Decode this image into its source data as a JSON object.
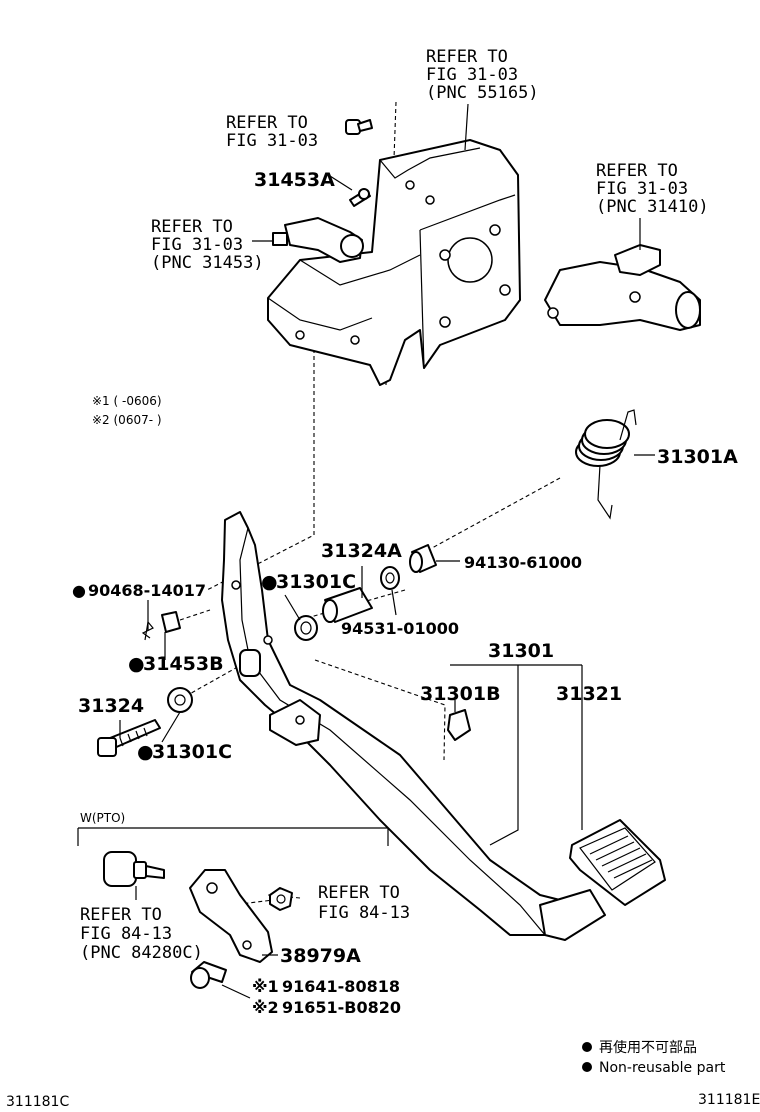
{
  "refs": {
    "pnc55165": [
      "REFER TO",
      "FIG 31-03",
      "(PNC 55165)"
    ],
    "bolt": [
      "REFER TO",
      "FIG 31-03"
    ],
    "pnc31453": [
      "REFER TO",
      "FIG 31-03",
      "(PNC 31453)"
    ],
    "pnc31410": [
      "REFER TO",
      "FIG 31-03",
      "(PNC 31410)"
    ],
    "nut84": [
      "REFER TO",
      "FIG 84-13"
    ],
    "pnc84280c": [
      "REFER TO",
      "FIG 84-13",
      "(PNC 84280C)"
    ]
  },
  "parts": {
    "p31453A": "31453A",
    "p31301A": "31301A",
    "p31324A": "31324A",
    "p94130": "94130-61000",
    "p90468": "90468-14017",
    "p31301C_top": "31301C",
    "p94531": "94531-01000",
    "p31453B": "31453B",
    "p31301": "31301",
    "p31301B": "31301B",
    "p31321": "31321",
    "p31324": "31324",
    "p31301C_bot": "31301C",
    "p38979A": "38979A",
    "p91641": "91641-80818",
    "p91651": "91651-B0820"
  },
  "marks": {
    "nonreusable": "●",
    "note1": "※1",
    "note2": "※2"
  },
  "notes": {
    "n1": "※1 (      -0606)",
    "n2": "※2 (0607-      )"
  },
  "pto_label": "W(PTO)",
  "legend": {
    "jp": "再使用不可部品",
    "en": "Non-reusable part"
  },
  "codes": {
    "left": "311181C",
    "right": "311181E"
  },
  "icons": {
    "bullet": "filled-circle",
    "reference": "kome-mark"
  }
}
